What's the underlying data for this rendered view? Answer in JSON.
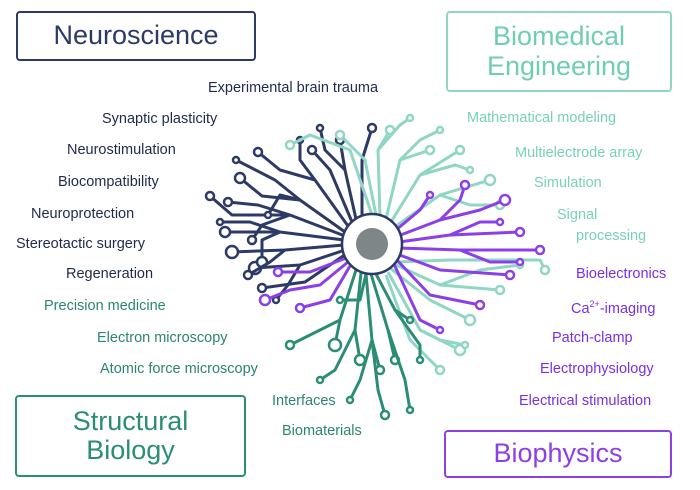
{
  "categories": {
    "neuroscience": {
      "lines": [
        "Neuroscience"
      ]
    },
    "biomedical_engineering": {
      "lines": [
        "Biomedical",
        "Engineering"
      ]
    },
    "structural_biology": {
      "lines": [
        "Structural",
        "Biology"
      ]
    },
    "biophysics": {
      "lines": [
        "Biophysics"
      ]
    }
  },
  "topics": {
    "neuroscience": [
      "Experimental brain trauma",
      "Synaptic plasticity",
      "Neurostimulation",
      "Biocompatibility",
      "Neuroprotection",
      "Stereotactic surgery",
      "Regeneration"
    ],
    "biomedical_engineering": [
      "Mathematical modeling",
      "Multielectrode array",
      "Simulation",
      "Signal",
      "processing"
    ],
    "structural_biology": [
      "Precision medicine",
      "Electron microscopy",
      "Atomic force microscopy",
      "Interfaces",
      "Biomaterials"
    ],
    "biophysics": [
      "Bioelectronics",
      "Ca",
      "2+",
      "-imaging",
      "Patch-clamp",
      "Electrophysiology",
      "Electrical stimulation"
    ]
  },
  "colors": {
    "neuroscience": "#2d3a66",
    "biomedical_engineering": "#8fd6c4",
    "structural_biology": "#2c8d76",
    "biophysics": "#8c3fe6",
    "chip_core": "#7d8787"
  }
}
